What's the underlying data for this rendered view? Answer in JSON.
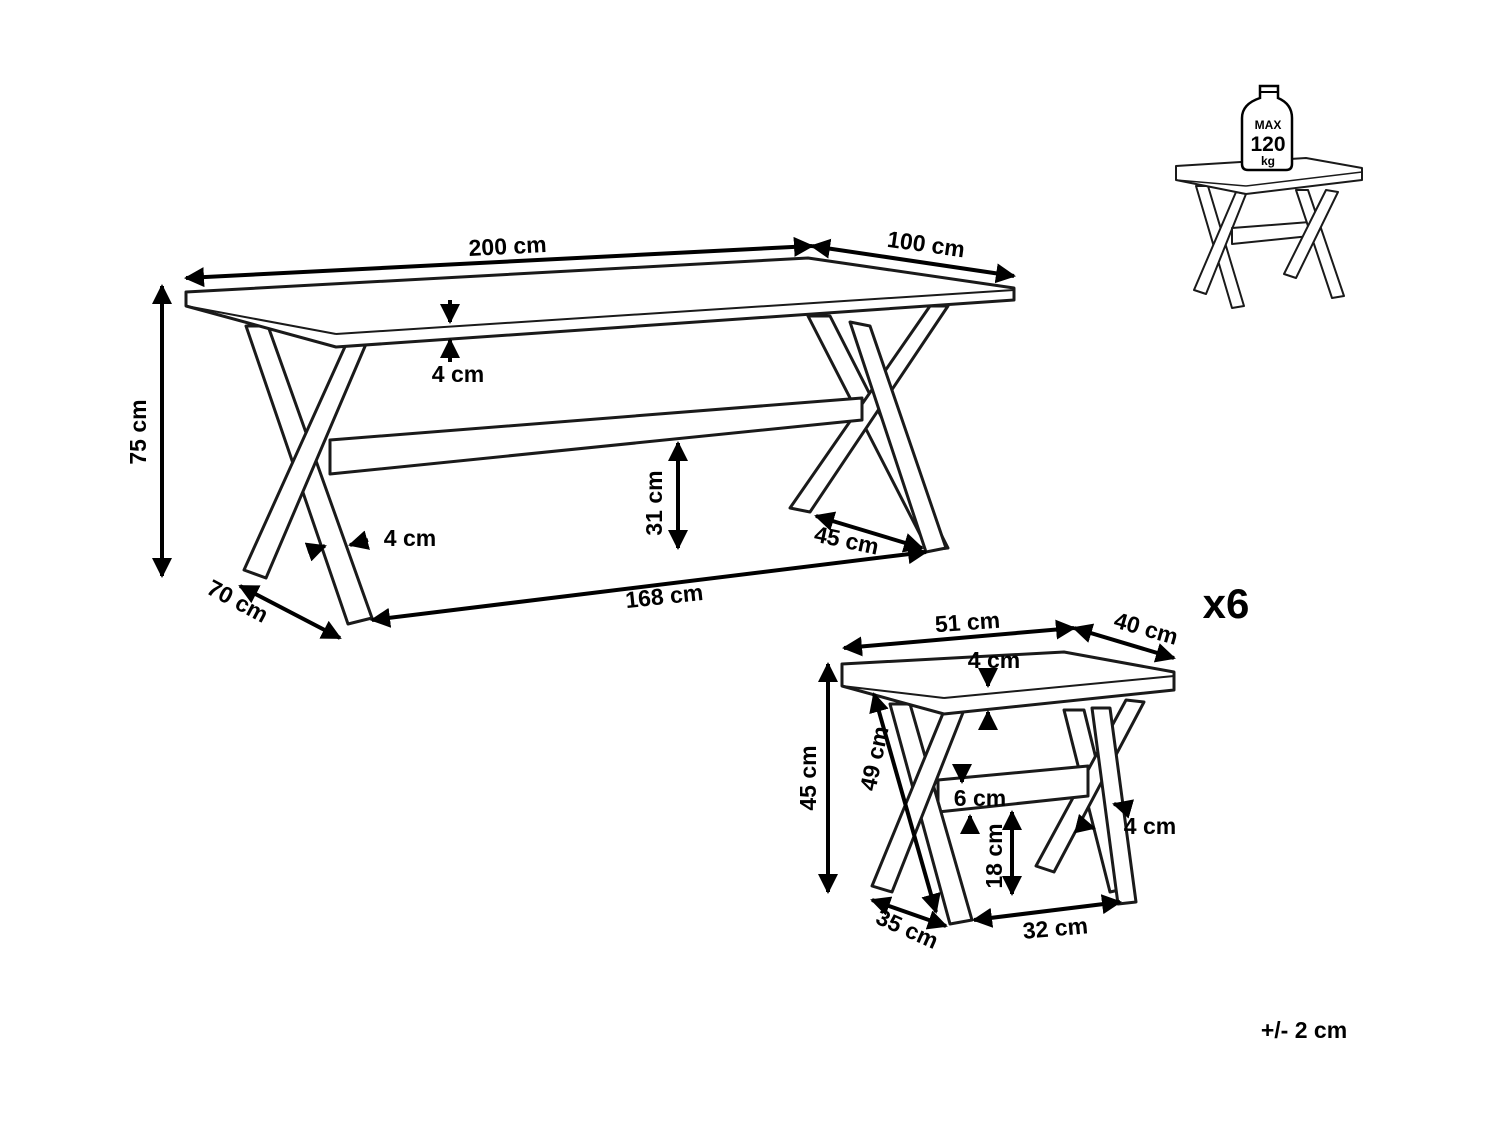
{
  "table": {
    "length": "200 cm",
    "depth": "100 cm",
    "height": "75 cm",
    "top_thickness": "4 cm",
    "leg_thickness": "4 cm",
    "shelf_height": "31 cm",
    "leg_span": "45 cm",
    "shelf_length": "168 cm",
    "base_depth": "70 cm"
  },
  "stool": {
    "quantity": "x6",
    "length": "51 cm",
    "depth": "40 cm",
    "top_thickness": "4 cm",
    "height": "45 cm",
    "leg_length": "49 cm",
    "stretcher_thickness": "6 cm",
    "leg_thickness": "4 cm",
    "stretcher_height": "18 cm",
    "base_depth": "35 cm",
    "stretcher_length": "32 cm"
  },
  "load_badge": {
    "line1": "MAX",
    "line2": "120",
    "line3": "kg"
  },
  "tolerance": "+/- 2 cm"
}
